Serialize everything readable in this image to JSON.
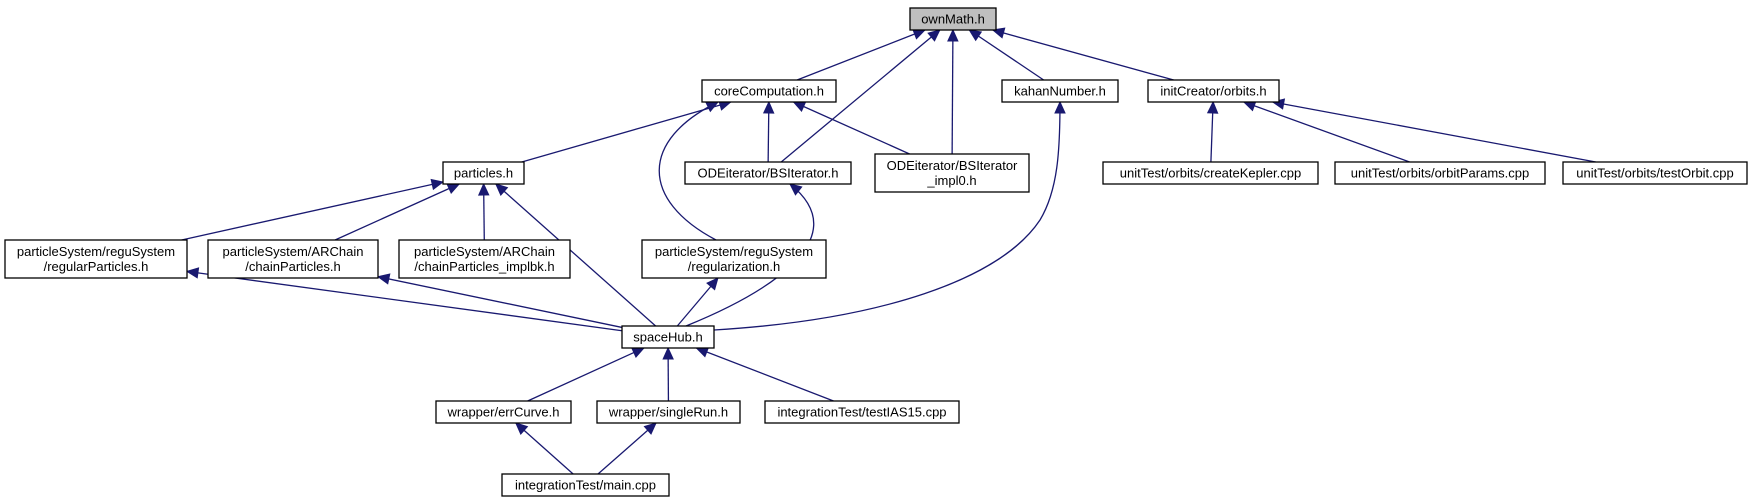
{
  "diagram": {
    "nodes": [
      {
        "id": "ownmath",
        "lines": [
          "ownMath.h"
        ],
        "root": true
      },
      {
        "id": "corecomp",
        "lines": [
          "coreComputation.h"
        ]
      },
      {
        "id": "kahan",
        "lines": [
          "kahanNumber.h"
        ]
      },
      {
        "id": "initorbits",
        "lines": [
          "initCreator/orbits.h"
        ]
      },
      {
        "id": "particles",
        "lines": [
          "particles.h"
        ]
      },
      {
        "id": "bsiter",
        "lines": [
          "ODEiterator/BSIterator.h"
        ]
      },
      {
        "id": "bsimpl",
        "lines": [
          "ODEiterator/BSIterator",
          "_impl0.h"
        ]
      },
      {
        "id": "createkepler",
        "lines": [
          "unitTest/orbits/createKepler.cpp"
        ]
      },
      {
        "id": "orbitparams",
        "lines": [
          "unitTest/orbits/orbitParams.cpp"
        ]
      },
      {
        "id": "testorbit",
        "lines": [
          "unitTest/orbits/testOrbit.cpp"
        ]
      },
      {
        "id": "regularparticles",
        "lines": [
          "particleSystem/reguSystem",
          "/regularParticles.h"
        ]
      },
      {
        "id": "chainparticles",
        "lines": [
          "particleSystem/ARChain",
          "/chainParticles.h"
        ]
      },
      {
        "id": "chainimpl",
        "lines": [
          "particleSystem/ARChain",
          "/chainParticles_implbk.h"
        ]
      },
      {
        "id": "regularization",
        "lines": [
          "particleSystem/reguSystem",
          "/regularization.h"
        ]
      },
      {
        "id": "spacehub",
        "lines": [
          "spaceHub.h"
        ]
      },
      {
        "id": "errcurve",
        "lines": [
          "wrapper/errCurve.h"
        ]
      },
      {
        "id": "singlerun",
        "lines": [
          "wrapper/singleRun.h"
        ]
      },
      {
        "id": "testias15",
        "lines": [
          "integrationTest/testIAS15.cpp"
        ]
      },
      {
        "id": "mainc",
        "lines": [
          "integrationTest/main.cpp"
        ]
      }
    ],
    "edges": [
      {
        "from": "corecomp",
        "to": "ownmath"
      },
      {
        "from": "bsiter",
        "to": "ownmath"
      },
      {
        "from": "bsimpl",
        "to": "ownmath"
      },
      {
        "from": "kahan",
        "to": "ownmath"
      },
      {
        "from": "initorbits",
        "to": "ownmath"
      },
      {
        "from": "particles",
        "to": "corecomp"
      },
      {
        "from": "bsiter",
        "to": "corecomp"
      },
      {
        "from": "bsimpl",
        "to": "corecomp"
      },
      {
        "from": "regularization",
        "to": "corecomp"
      },
      {
        "from": "spacehub",
        "to": "kahan"
      },
      {
        "from": "createkepler",
        "to": "initorbits"
      },
      {
        "from": "orbitparams",
        "to": "initorbits"
      },
      {
        "from": "testorbit",
        "to": "initorbits"
      },
      {
        "from": "regularparticles",
        "to": "particles"
      },
      {
        "from": "chainparticles",
        "to": "particles"
      },
      {
        "from": "chainimpl",
        "to": "particles"
      },
      {
        "from": "spacehub",
        "to": "particles"
      },
      {
        "from": "spacehub",
        "to": "bsiter"
      },
      {
        "from": "spacehub",
        "to": "regularparticles"
      },
      {
        "from": "spacehub",
        "to": "chainparticles"
      },
      {
        "from": "spacehub",
        "to": "regularization"
      },
      {
        "from": "errcurve",
        "to": "spacehub"
      },
      {
        "from": "singlerun",
        "to": "spacehub"
      },
      {
        "from": "testias15",
        "to": "spacehub"
      },
      {
        "from": "mainc",
        "to": "errcurve"
      },
      {
        "from": "mainc",
        "to": "singlerun"
      }
    ]
  },
  "colors": {
    "edge": "#191970",
    "root_fill": "#bfbfbf",
    "node_fill": "#ffffff",
    "border": "#000000"
  }
}
